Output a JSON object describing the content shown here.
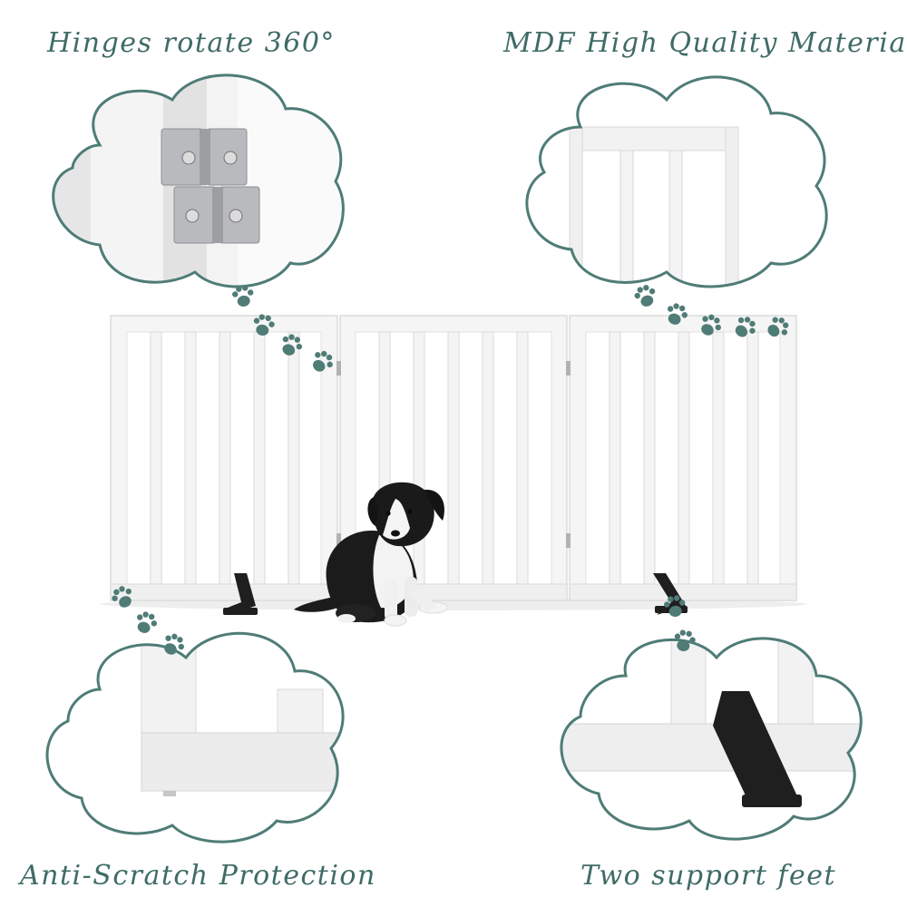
{
  "callouts": {
    "hinges": "Hinges rotate 360°",
    "material": "MDF High Quality Material",
    "scratch": "Anti-Scratch Protection",
    "feet": "Two support feet"
  },
  "colors": {
    "accent": "#4f7c77",
    "gate_white": "#f4f4f4",
    "gate_shadow": "#d7d7d7",
    "foot": "#1e1e1e",
    "hinge": "#a8aaad"
  },
  "icons": [
    "paw-icon",
    "hinge-icon",
    "puppy-image",
    "support-foot-icon"
  ]
}
